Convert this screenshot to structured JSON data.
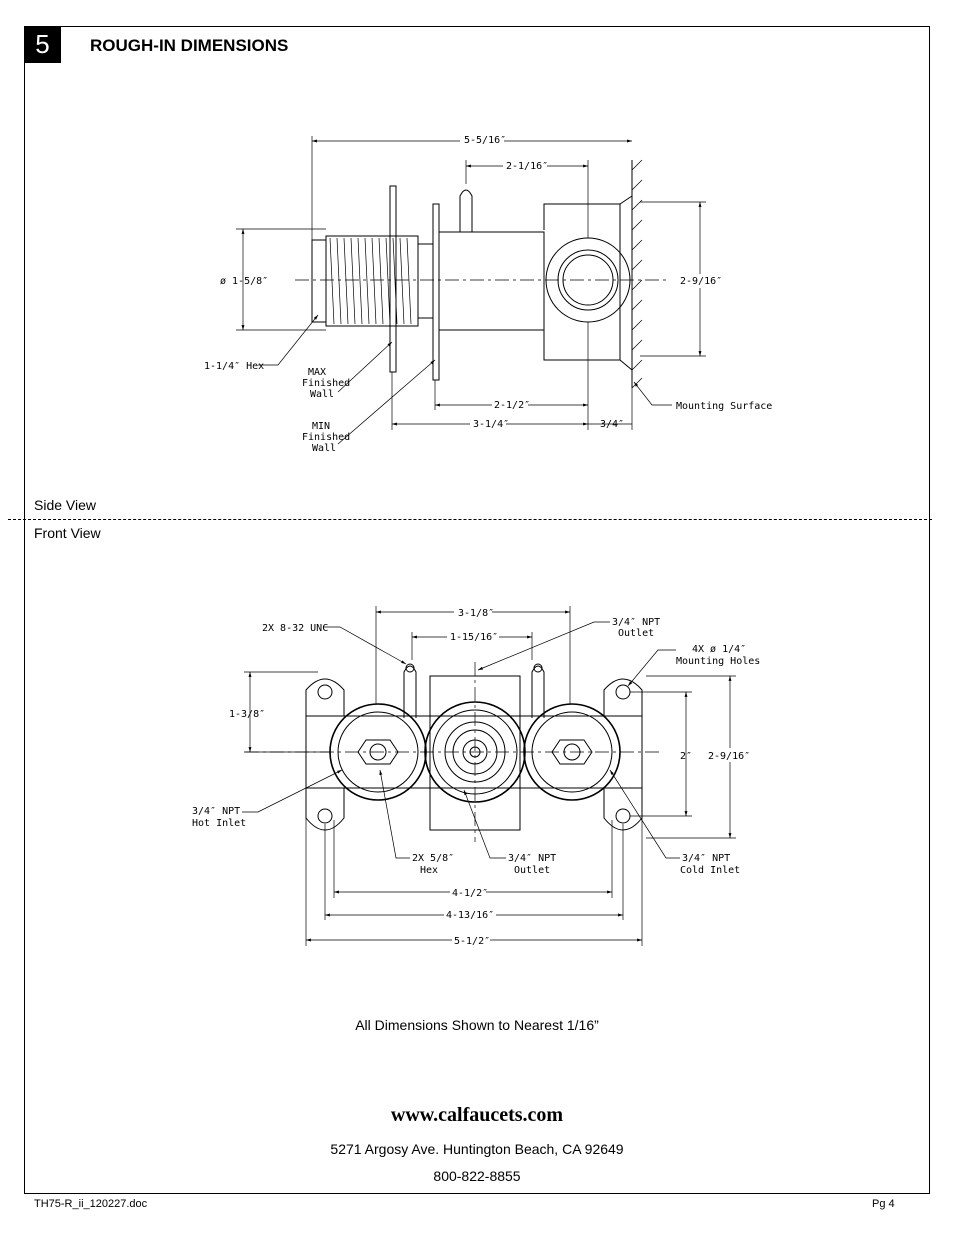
{
  "header": {
    "step_number": "5",
    "title": "ROUGH-IN DIMENSIONS"
  },
  "views": {
    "side_label": "Side View",
    "front_label": "Front View"
  },
  "side_view": {
    "dim_overall": "5-5/16″",
    "dim_top": "2-1/16″",
    "dim_dia": "ø 1-5/8″",
    "dim_height": "2-9/16″",
    "hex": "1-1/4″ Hex",
    "max_wall": [
      "MAX",
      "Finished",
      "Wall"
    ],
    "min_wall": [
      "MIN",
      "Finished",
      "Wall"
    ],
    "dim_2_1_2": "2-1/2″",
    "dim_3_1_4": "3-1/4″",
    "dim_3_4": "3/4″",
    "mounting_surface": "Mounting Surface"
  },
  "front_view": {
    "dim_3_1_8": "3-1/8″",
    "dim_1_15_16": "1-15/16″",
    "unc": "2X 8-32 UNC",
    "outlet_top": [
      "3/4″ NPT",
      "Outlet"
    ],
    "mounting_holes": [
      "4X ø 1/4″",
      "Mounting Holes"
    ],
    "dim_1_3_8": "1-3/8″",
    "dim_2": "2″",
    "dim_2_9_16": "2-9/16″",
    "hot_inlet": [
      "3/4″ NPT",
      "Hot Inlet"
    ],
    "hex_5_8": [
      "2X 5/8″",
      "Hex"
    ],
    "outlet_bottom": [
      "3/4″ NPT",
      "Outlet"
    ],
    "cold_inlet": [
      "3/4″ NPT",
      "Cold Inlet"
    ],
    "dim_4_1_2": "4-1/2″",
    "dim_4_13_16": "4-13/16″",
    "dim_5_1_2": "5-1/2″"
  },
  "footer": {
    "note": "All Dimensions Shown to Nearest 1/16”",
    "website": "www.calfaucets.com",
    "address": "5271 Argosy Ave. Huntington Beach, CA 92649",
    "phone": "800-822-8855",
    "doc_id": "TH75-R_ii_120227.doc",
    "page": "Pg 4"
  }
}
